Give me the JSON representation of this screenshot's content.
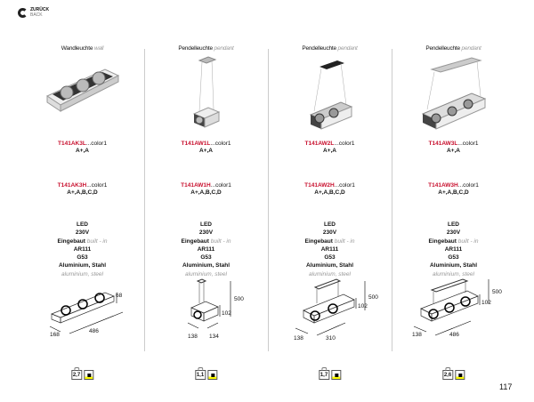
{
  "nav": {
    "back_de": "ZURÜCK",
    "back_en": "BACK"
  },
  "columns": [
    {
      "title_de": "Wandleuchte",
      "title_en": "wall",
      "model1_red": "T141AK3L",
      "model1_suffix": "...color1",
      "energy1": "A+,A",
      "model2_red": "T141AK3H",
      "model2_suffix": "...color1",
      "energy2": "A+,A,B,C,D",
      "specs": [
        "LED",
        "230V",
        "Eingebaut",
        "AR111",
        "G53",
        "Aluminium, Stahl"
      ],
      "spec_builtin_en": "built - in",
      "material_en": "aluminium, steel",
      "dims": [
        "68",
        "486",
        "168"
      ],
      "weight": "2,7"
    },
    {
      "title_de": "Pendelleuchte",
      "title_en": "pendant",
      "model1_red": "T141AW1L",
      "model1_suffix": "...color1",
      "energy1": "A+,A",
      "model2_red": "T141AW1H",
      "model2_suffix": "...color1",
      "energy2": "A+,A,B,C,D",
      "specs": [
        "LED",
        "230V",
        "Eingebaut",
        "AR111",
        "G53",
        "Aluminium, Stahl"
      ],
      "spec_builtin_en": "built - in",
      "material_en": "aluminium, steel",
      "dims": [
        "500",
        "102",
        "138",
        "134"
      ],
      "weight": "1,1"
    },
    {
      "title_de": "Pendelleuchte",
      "title_en": "pendant",
      "model1_red": "T141AW2L",
      "model1_suffix": "...color1",
      "energy1": "A+,A",
      "model2_red": "T141AW2H",
      "model2_suffix": "...color1",
      "energy2": "A+,A,B,C,D",
      "specs": [
        "LED",
        "230V",
        "Eingebaut",
        "AR111",
        "G53",
        "Aluminium, Stahl"
      ],
      "spec_builtin_en": "built - in",
      "material_en": "aluminium, steel",
      "dims": [
        "500",
        "102",
        "138",
        "310"
      ],
      "weight": "1,7"
    },
    {
      "title_de": "Pendelleuchte",
      "title_en": "pendant",
      "model1_red": "T141AW3L",
      "model1_suffix": "...color1",
      "energy1": "A+,A",
      "model2_red": "T141AW3H",
      "model2_suffix": "...color1",
      "energy2": "A+,A,B,C,D",
      "specs": [
        "LED",
        "230V",
        "Eingebaut",
        "AR111",
        "G53",
        "Aluminium, Stahl"
      ],
      "spec_builtin_en": "built - in",
      "material_en": "aluminium, steel",
      "dims": [
        "500",
        "102",
        "138",
        "486"
      ],
      "weight": "2,6"
    }
  ],
  "page_number": "117"
}
